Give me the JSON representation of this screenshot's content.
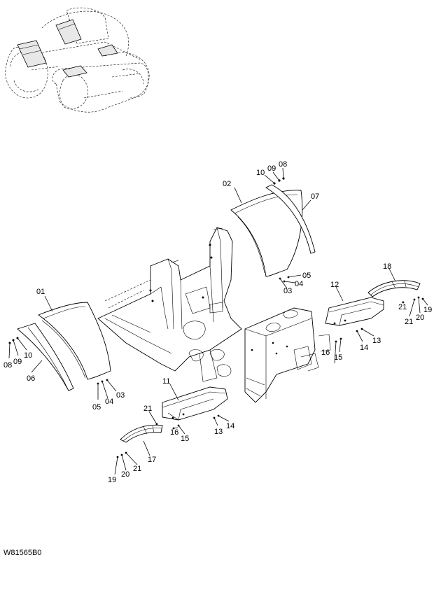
{
  "drawing_code": "W81565B0",
  "part_labels": {
    "p01": "01",
    "p02": "02",
    "p07": "07",
    "p11": "11",
    "p12": "12",
    "p17": "17",
    "p18": "18",
    "l10a": "10",
    "l09a": "09",
    "l08a": "08",
    "l05a": "05",
    "l04a": "04",
    "l03a": "03",
    "l08b": "08",
    "l09b": "09",
    "l10b": "10",
    "l06": "06",
    "l05b": "05",
    "l04b": "04",
    "l03b": "03",
    "l21a": "21",
    "l16a": "16",
    "l15a": "15",
    "l13a": "13",
    "l14a": "14",
    "l19a": "19",
    "l20a": "20",
    "l21b": "21",
    "l16b": "16",
    "l15b": "15",
    "l14b": "14",
    "l13b": "13",
    "l21c": "21",
    "l21d": "21",
    "l20b": "20",
    "l19b": "19"
  }
}
